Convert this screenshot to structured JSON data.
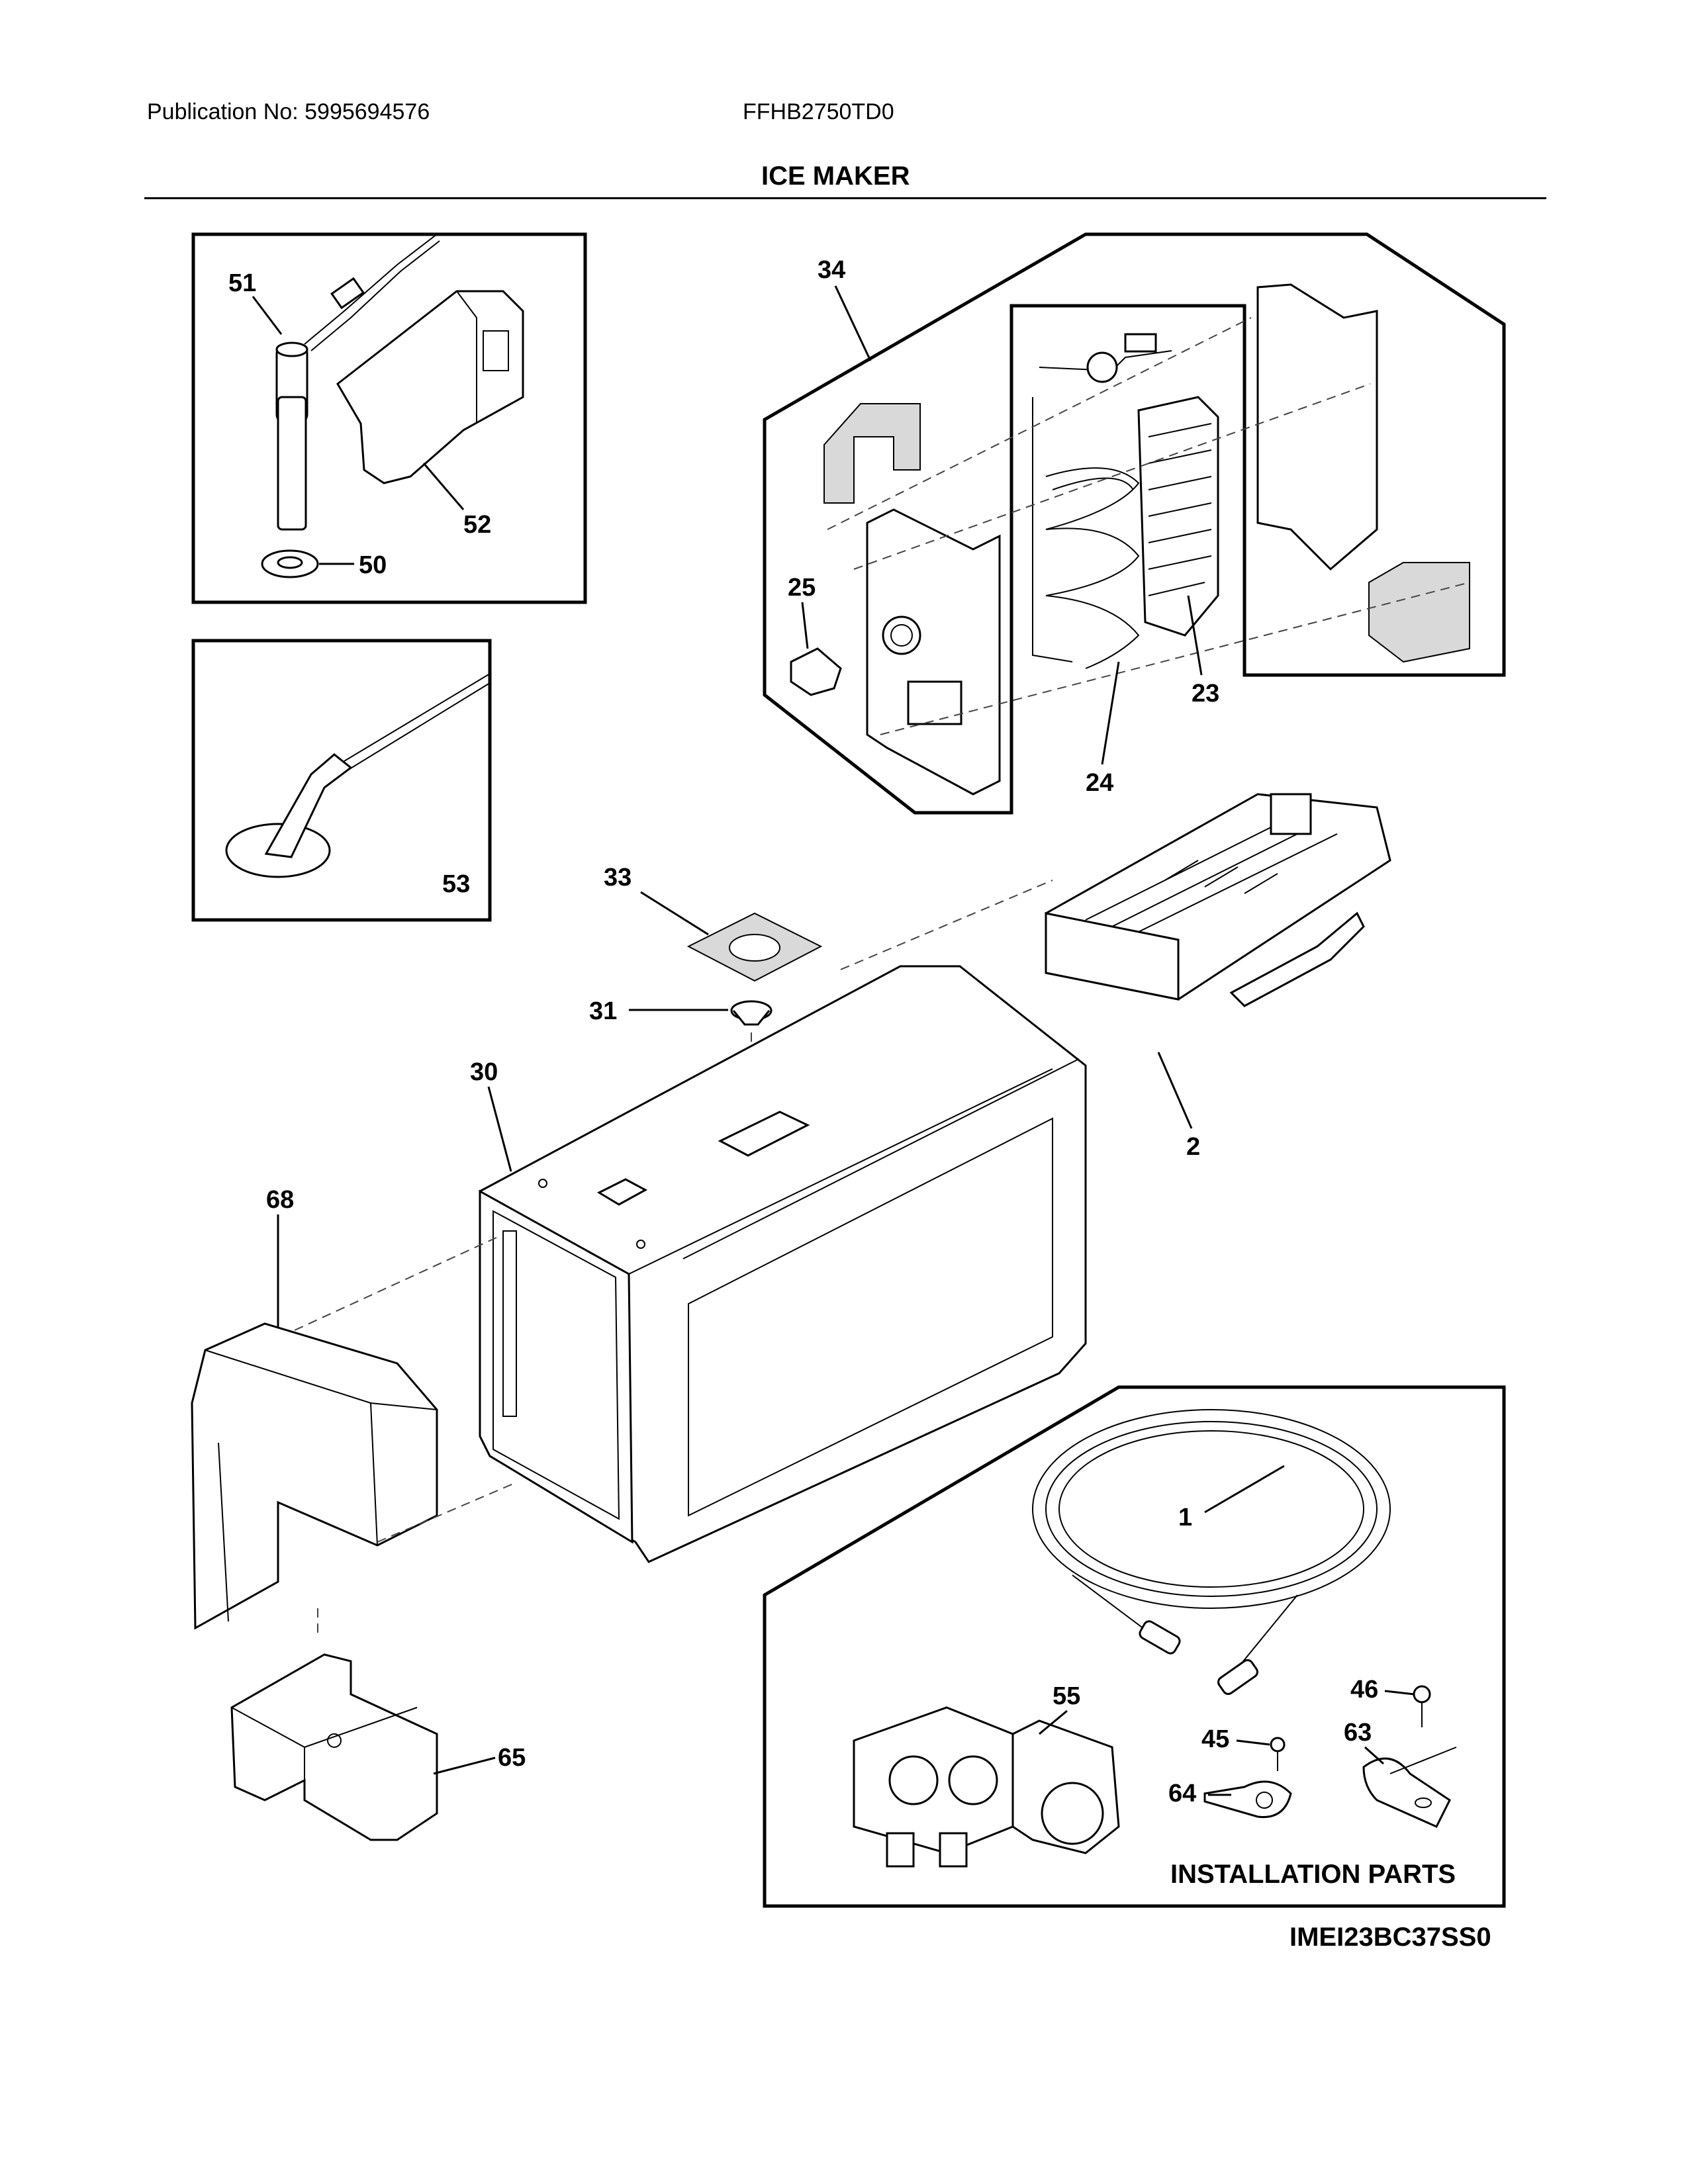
{
  "header": {
    "publication": "Publication No: 5995694576",
    "model": "FFHB2750TD0",
    "title": "ICE MAKER"
  },
  "callouts": {
    "c1": "1",
    "c2": "2",
    "c23": "23",
    "c24": "24",
    "c25": "25",
    "c30": "30",
    "c31": "31",
    "c33": "33",
    "c34": "34",
    "c45": "45",
    "c46": "46",
    "c50": "50",
    "c51": "51",
    "c52": "52",
    "c53": "53",
    "c55": "55",
    "c63": "63",
    "c64": "64",
    "c65": "65",
    "c68": "68"
  },
  "installation_label": "INSTALLATION PARTS",
  "figure_code": "IMEI23BC37SS0"
}
